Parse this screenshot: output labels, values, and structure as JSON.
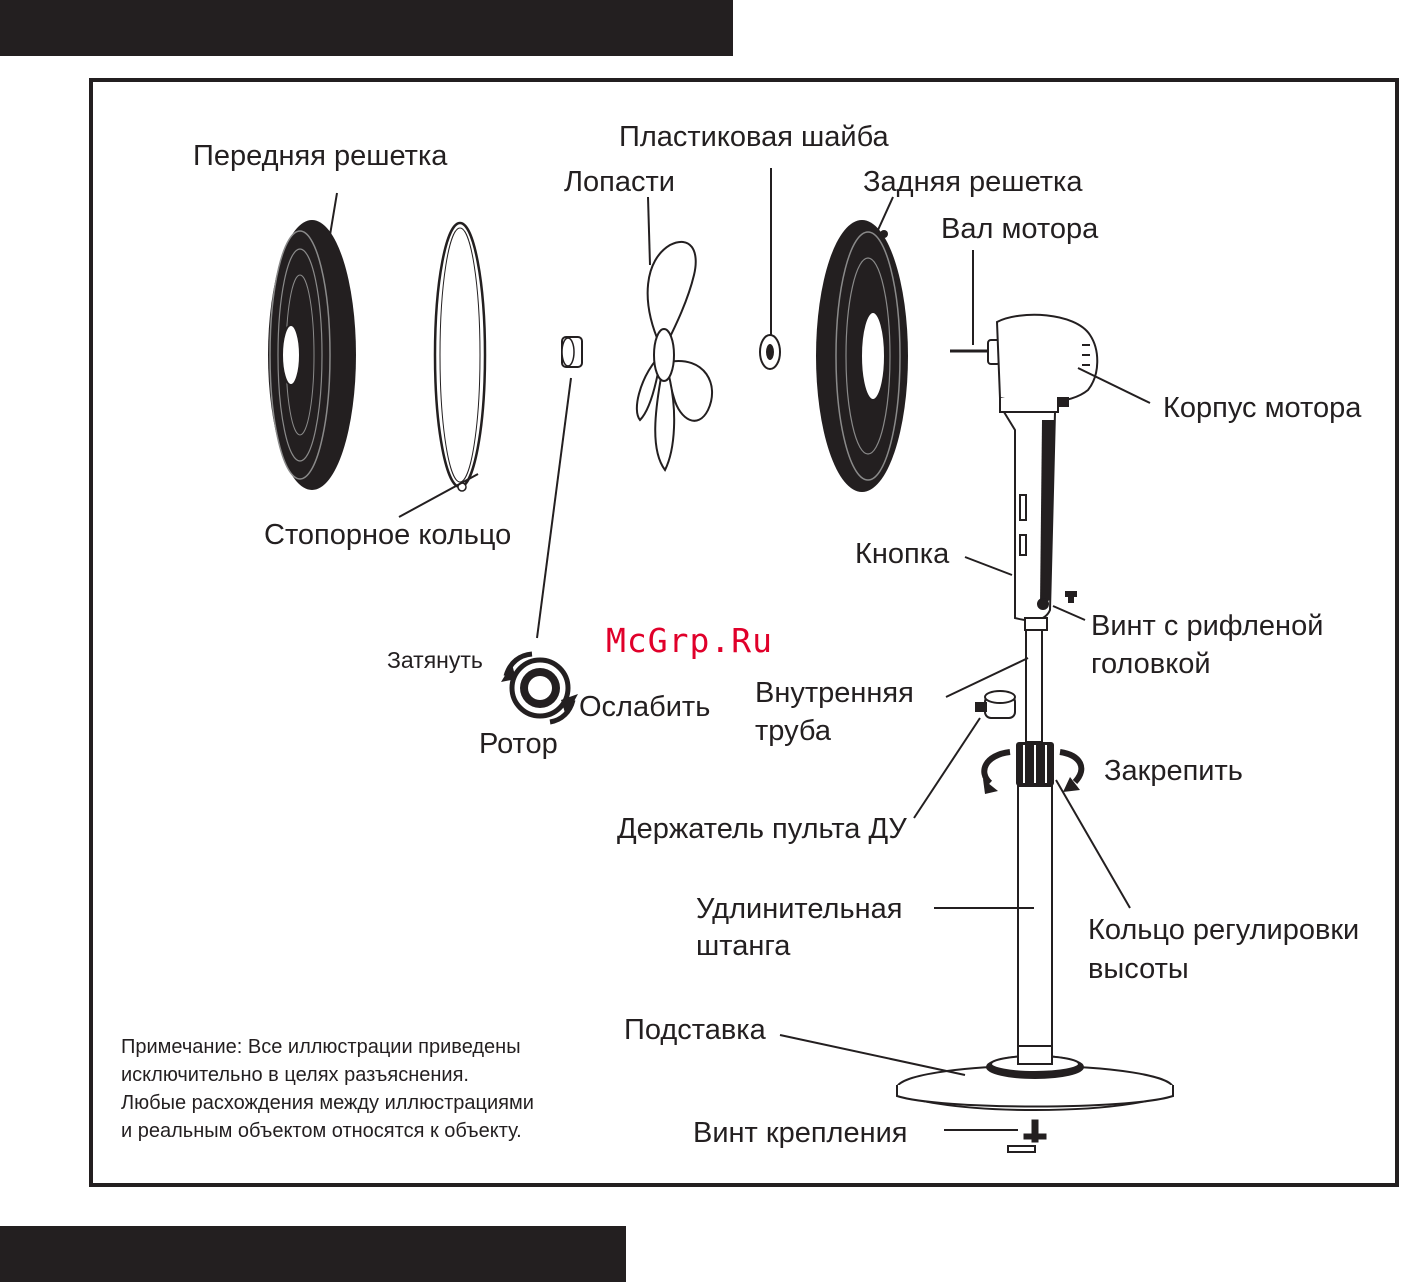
{
  "labels": {
    "front_grille": "Передняя решетка",
    "plastic_washer": "Пластиковая шайба",
    "blades": "Лопасти",
    "rear_grille": "Задняя решетка",
    "motor_shaft": "Вал мотора",
    "motor_housing": "Корпус мотора",
    "locking_ring": "Стопорное кольцо",
    "button": "Кнопка",
    "knurled_screw": [
      "Винт с рифленой",
      "головкой"
    ],
    "tighten": "Затянуть",
    "loosen": "Ослабить",
    "rotor": "Ротор",
    "inner_tube": [
      "Внутренняя",
      "труба"
    ],
    "fix": "Закрепить",
    "remote_holder": "Держатель пульта ДУ",
    "extension_rod": [
      "Удлинительная",
      "штанга"
    ],
    "height_ring": [
      "Кольцо регулировки",
      "высоты"
    ],
    "base": "Подставка",
    "mount_screw": "Винт крепления"
  },
  "note": [
    "Примечание: Все иллюстрации приведены",
    "исключительно в целях разъяснения.",
    "Любые расхождения между иллюстрациями",
    "и реальным объектом относятся к объекту."
  ],
  "watermark": "McGrp.Ru",
  "colors": {
    "ink": "#231f20",
    "watermark": "#e0002a",
    "background": "#ffffff"
  }
}
